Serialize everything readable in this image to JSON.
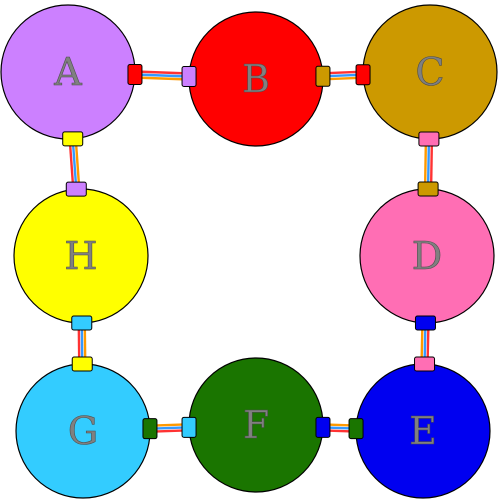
{
  "nodes": [
    {
      "id": "A",
      "label": "A",
      "color": "#cc80ff"
    },
    {
      "id": "B",
      "label": "B",
      "color": "#ff0000"
    },
    {
      "id": "C",
      "label": "C",
      "color": "#cc9900"
    },
    {
      "id": "D",
      "label": "D",
      "color": "#ff6eb4"
    },
    {
      "id": "E",
      "label": "E",
      "color": "#0000f0"
    },
    {
      "id": "F",
      "label": "F",
      "color": "#1a7500"
    },
    {
      "id": "G",
      "label": "G",
      "color": "#33ccff"
    },
    {
      "id": "H",
      "label": "H",
      "color": "#ffff00"
    }
  ],
  "edges": [
    {
      "from": "A",
      "to": "B"
    },
    {
      "from": "B",
      "to": "C"
    },
    {
      "from": "C",
      "to": "D"
    },
    {
      "from": "D",
      "to": "E"
    },
    {
      "from": "E",
      "to": "F"
    },
    {
      "from": "F",
      "to": "G"
    },
    {
      "from": "G",
      "to": "H"
    },
    {
      "from": "H",
      "to": "A"
    }
  ],
  "link_stripe_colors": [
    "#ff3333",
    "#3399ff",
    "#ff9900"
  ]
}
